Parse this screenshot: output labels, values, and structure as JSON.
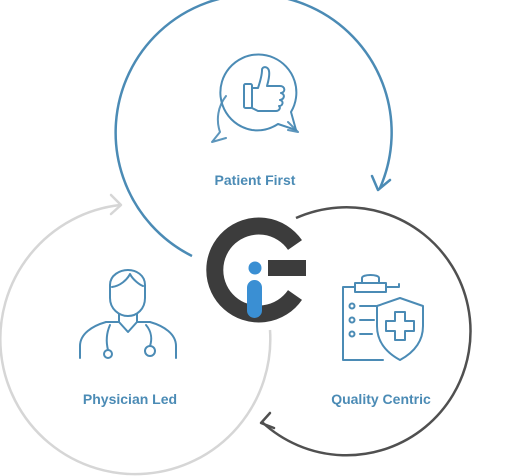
{
  "diagram": {
    "logo_text": "Gi",
    "nodes": [
      {
        "id": "patient",
        "label": "Patient First",
        "icon": "thumbs-up-speech-bubble-icon"
      },
      {
        "id": "physician",
        "label": "Physician Led",
        "icon": "doctor-stethoscope-icon"
      },
      {
        "id": "quality",
        "label": "Quality Centric",
        "icon": "clipboard-shield-cross-icon"
      }
    ]
  },
  "colors": {
    "blue": "#4b8bb5",
    "gray": "#d6d6d6",
    "dark": "#505050",
    "logo_dark": "#3c3c3c",
    "logo_blue": "#3a8fd3"
  }
}
